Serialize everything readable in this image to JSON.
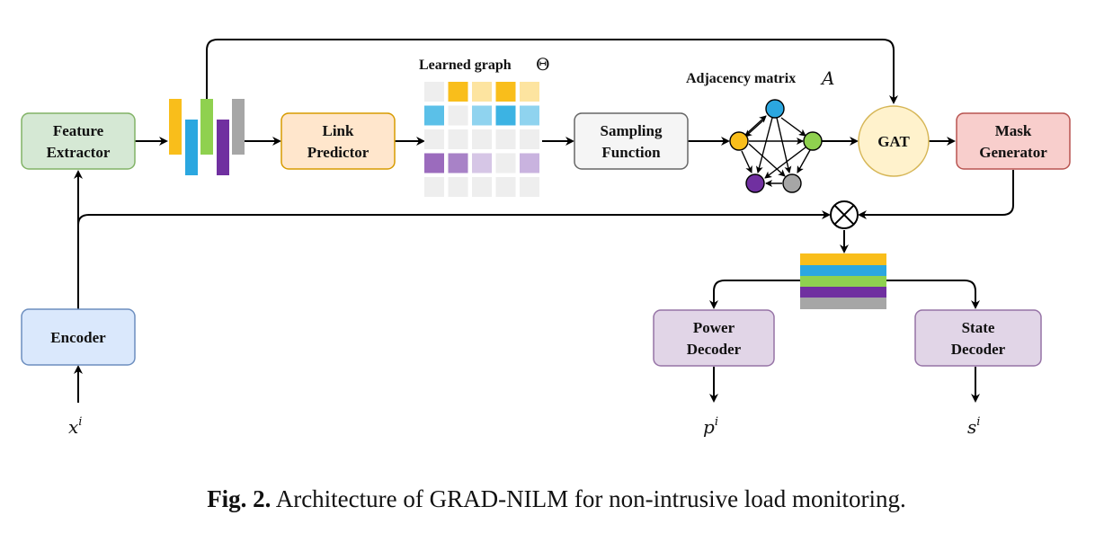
{
  "colors": {
    "yellow": "#f9be1b",
    "blue": "#2ba7e0",
    "green": "#8fd14f",
    "purple": "#7030a0",
    "gray": "#a6a6a6",
    "feature_fill": "#d5e8d4",
    "feature_stroke": "#82b366",
    "link_fill": "#ffe6cc",
    "link_stroke": "#d79b00",
    "sampling_fill": "#f5f5f5",
    "sampling_stroke": "#666666",
    "gat_fill": "#fff2cc",
    "gat_stroke": "#d6b656",
    "mask_fill": "#f8cecc",
    "mask_stroke": "#b85450",
    "encoder_fill": "#dae8fc",
    "encoder_stroke": "#6c8ebf",
    "decoder_fill": "#e1d5e7",
    "decoder_stroke": "#9673a6"
  },
  "nodes": {
    "feature_extractor": [
      "Feature",
      "Extractor"
    ],
    "link_predictor": [
      "Link",
      "Predictor"
    ],
    "sampling_function": [
      "Sampling",
      "Function"
    ],
    "gat": "GAT",
    "mask_generator": [
      "Mask",
      "Generator"
    ],
    "encoder": "Encoder",
    "power_decoder": [
      "Power",
      "Decoder"
    ],
    "state_decoder": [
      "State",
      "Decoder"
    ]
  },
  "labels": {
    "learned_graph": "Learned  graph",
    "learned_graph_symbol": "Θ",
    "adjacency": "Adjacency matrix",
    "adjacency_symbol": "A",
    "input": "x",
    "input_sup": "i",
    "power_out": "p",
    "power_sup": "i",
    "state_out": "s",
    "state_sup": "i",
    "combine_symbol": "⊗"
  },
  "caption": {
    "label": "Fig. 2.",
    "text": " Architecture of GRAD-NILM for non-intrusive load monitoring."
  }
}
